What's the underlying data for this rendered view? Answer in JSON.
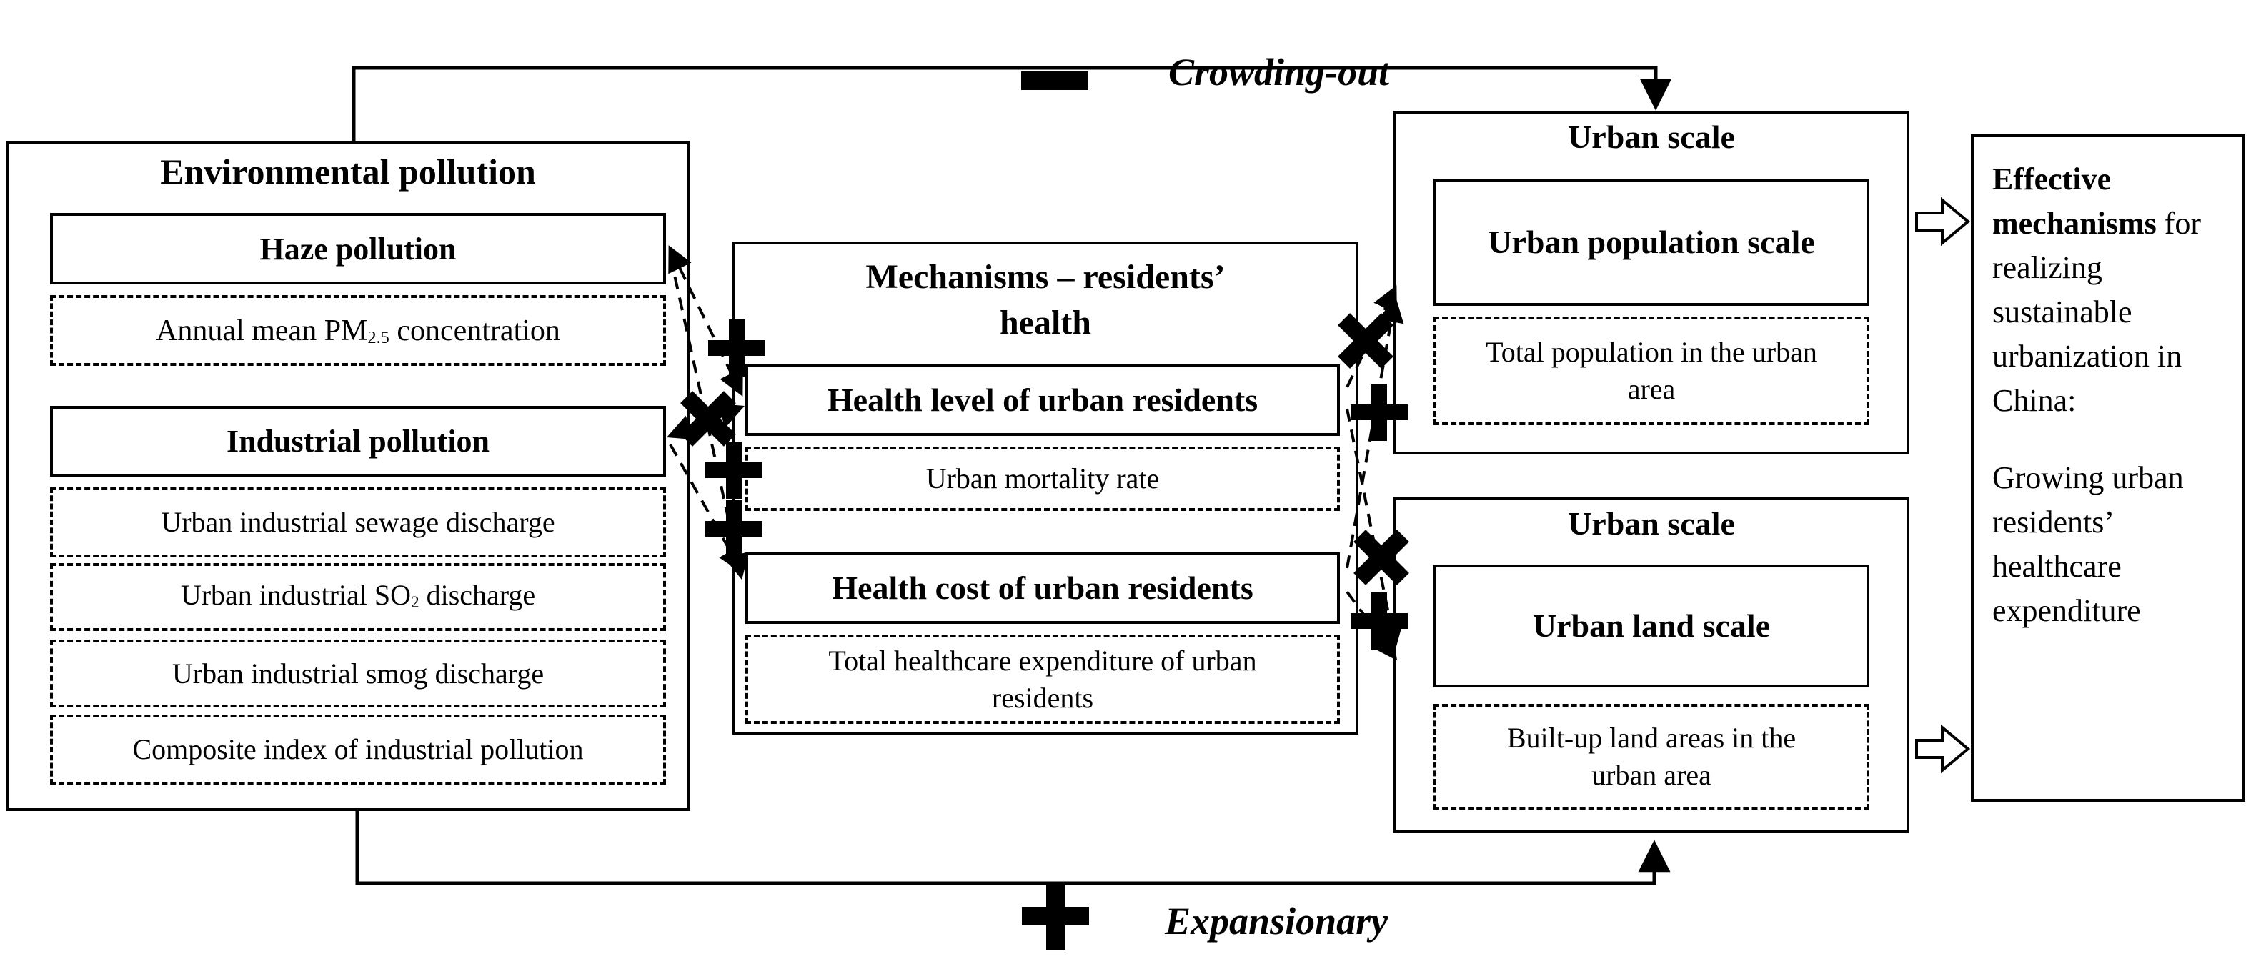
{
  "figure": {
    "legend_top": {
      "symbol": "−",
      "type": "minus",
      "label": "Crowding-out"
    },
    "legend_bottom": {
      "symbol": "+",
      "type": "plus",
      "label": "Expansionary"
    },
    "env": {
      "title": "Environmental pollution",
      "haze_title": "Haze pollution",
      "pm_pre": "Annual mean PM",
      "pm_sub": "2.5",
      "pm_post": " concentration",
      "industrial_title": "Industrial pollution",
      "sewage": "Urban industrial sewage discharge",
      "so2_pre": "Urban industrial SO",
      "so2_sub": "2",
      "so2_post": " discharge",
      "smog": "Urban industrial smog discharge",
      "composite": "Composite index of industrial pollution"
    },
    "mech": {
      "title_line1": "Mechanisms – residents’",
      "title_line2": "health",
      "health_level": "Health level of urban residents",
      "mortality": "Urban mortality rate",
      "health_cost": "Health cost of urban residents",
      "healthcare_exp": "Total healthcare expenditure of urban residents"
    },
    "urban_population": {
      "title": "Urban scale",
      "box": "Urban population scale",
      "indicator": "Total population in the urban area"
    },
    "urban_land": {
      "title": "Urban scale",
      "box": "Urban land scale",
      "indicator": "Built-up land areas in the urban area"
    },
    "outcome": {
      "bold": "Effective mechanisms",
      "rest": "for realizing sustainable urbanization in China:",
      "para2": "Growing urban residents’ healthcare expenditure"
    },
    "relations": [
      {
        "type": "plus",
        "symbol": "+"
      },
      {
        "type": "times",
        "symbol": "×"
      },
      {
        "type": "plus",
        "symbol": "+"
      },
      {
        "type": "plus",
        "symbol": "+"
      },
      {
        "type": "times",
        "symbol": "×"
      },
      {
        "type": "plus",
        "symbol": "+"
      },
      {
        "type": "times",
        "symbol": "×"
      },
      {
        "type": "plus",
        "symbol": "+"
      }
    ]
  }
}
